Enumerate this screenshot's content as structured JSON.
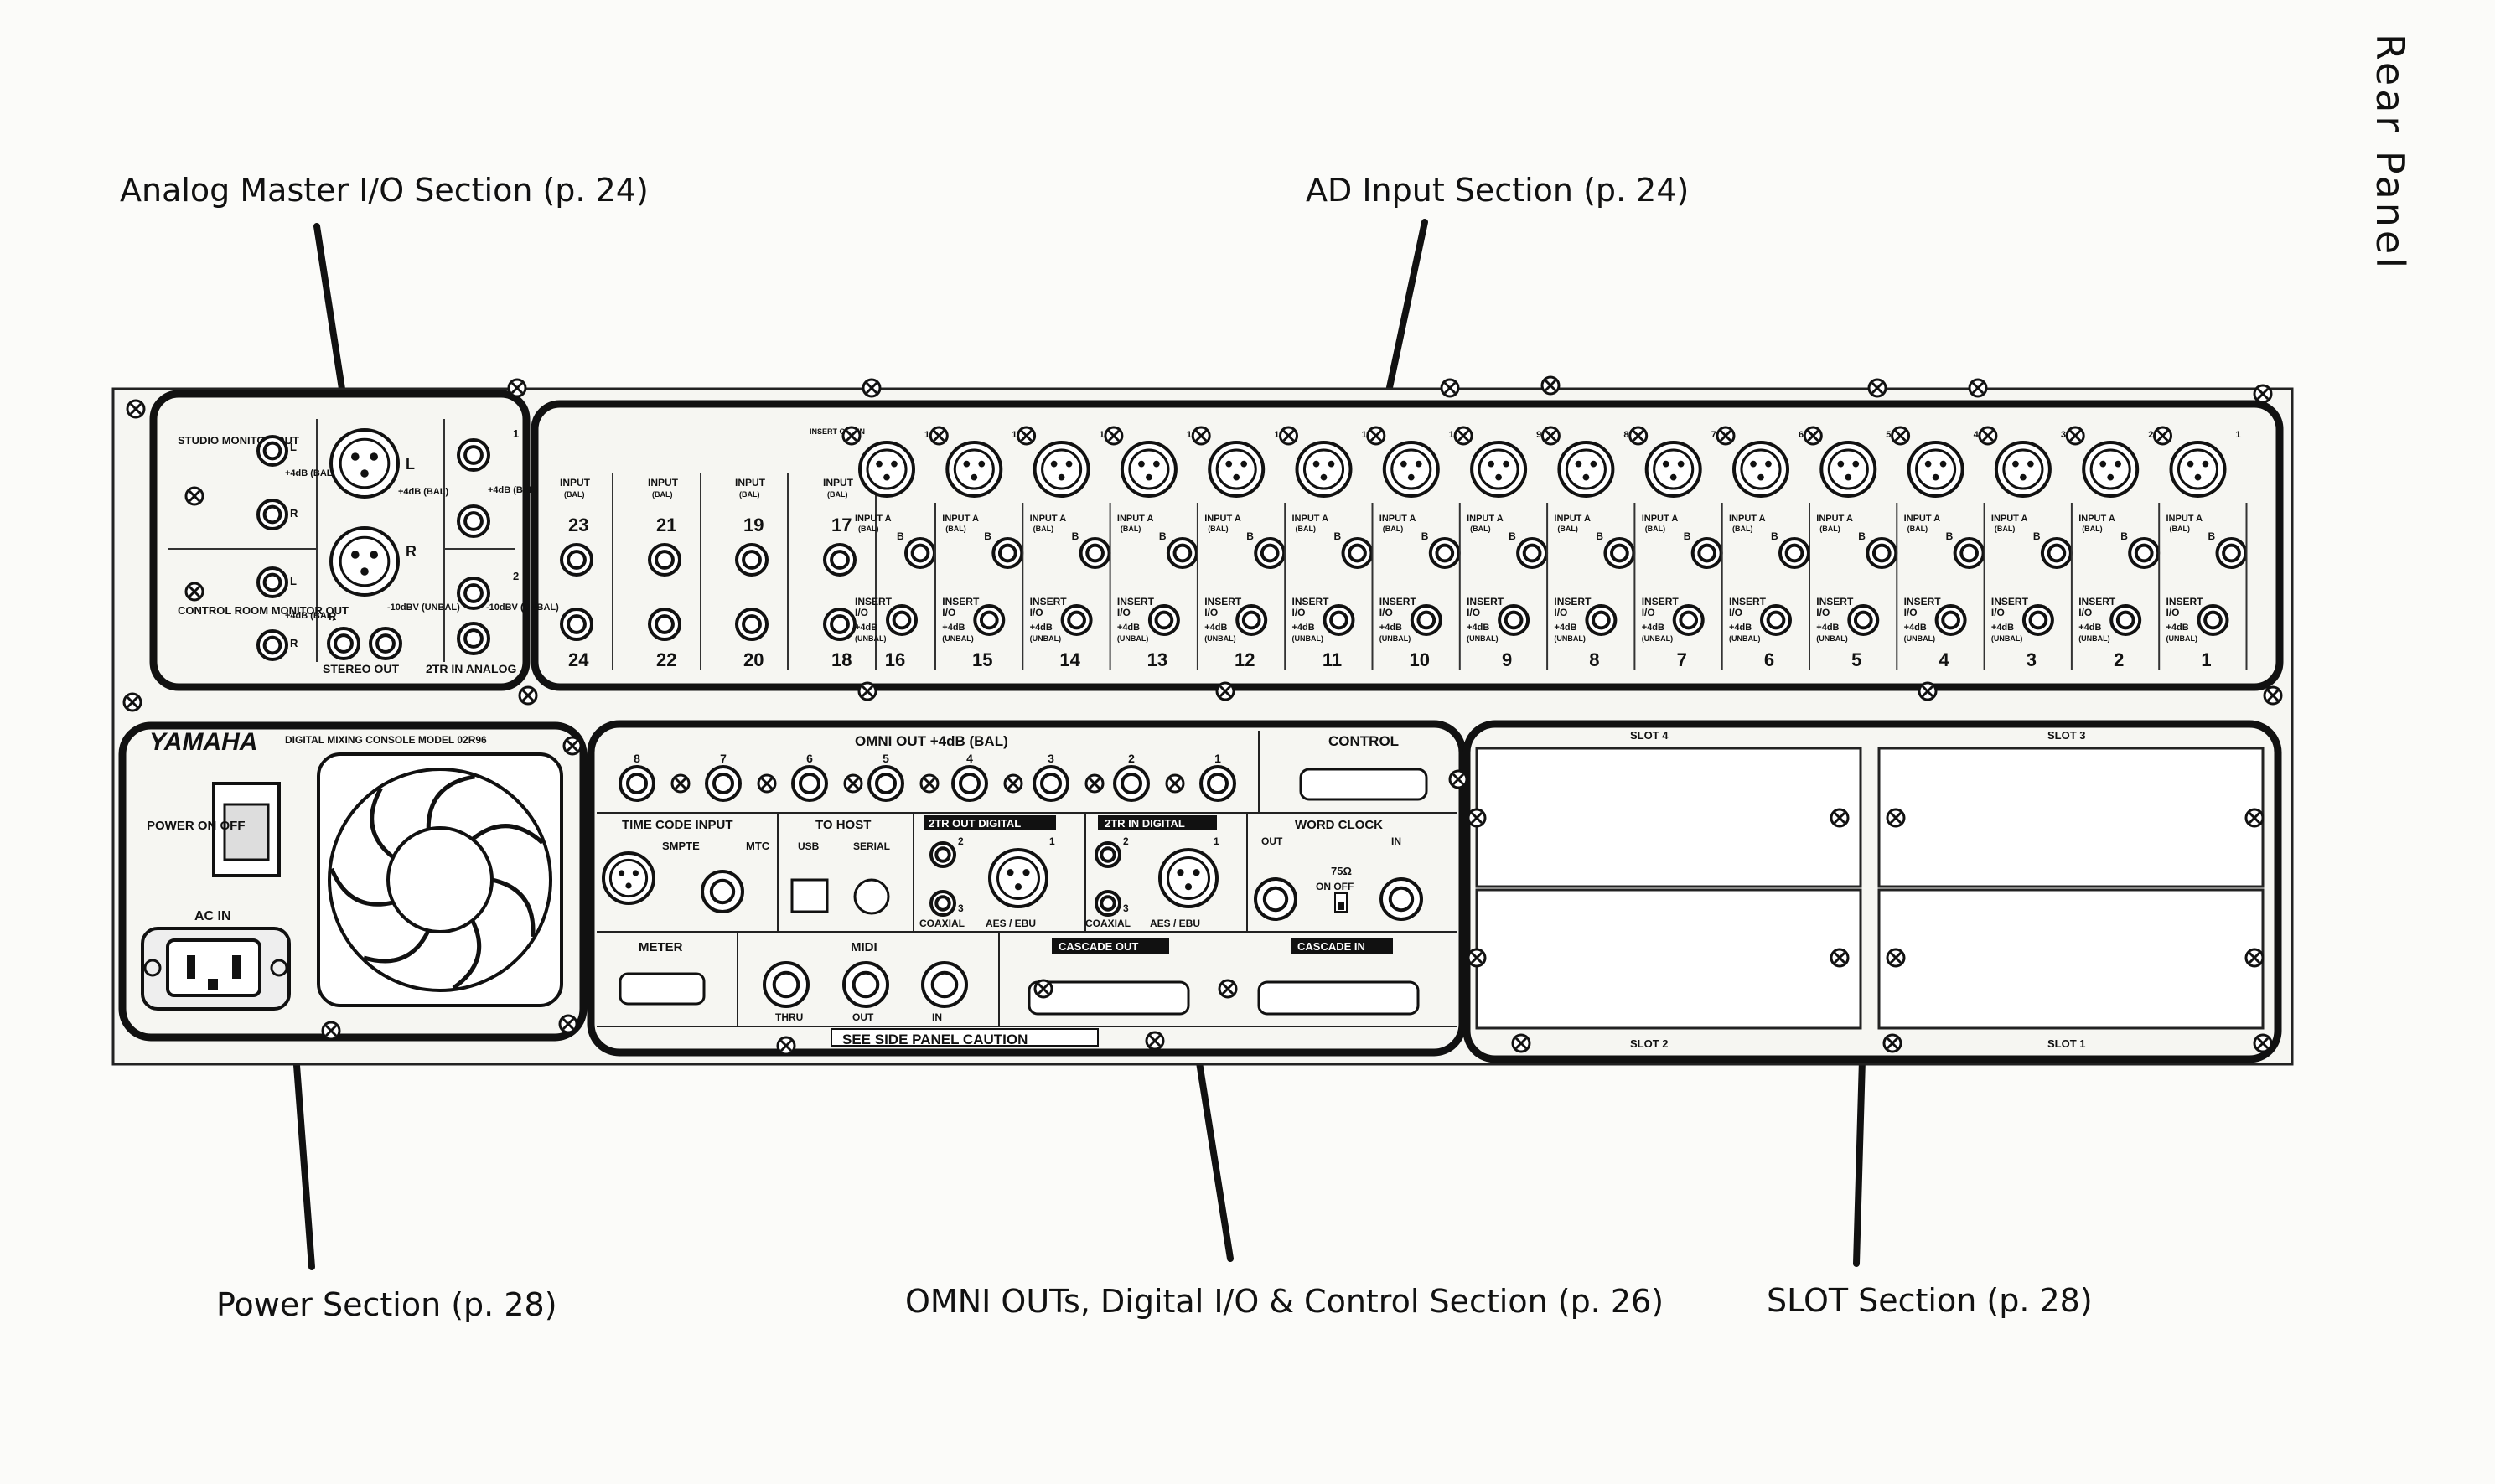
{
  "side_title": "Rear Panel",
  "callouts": {
    "analog_master": "Analog Master I/O Section (p. 24)",
    "ad_input": "AD Input Section (p. 24)",
    "power": "Power Section (p. 28)",
    "omni": "OMNI OUTs, Digital I/O & Control Section (p. 26)",
    "slot": "SLOT Section (p. 28)"
  },
  "panel": {
    "analog_master": {
      "studio_monitor_out": "STUDIO MONITOR OUT",
      "control_room_monitor_out": "CONTROL ROOM MONITOR OUT",
      "plus4db_bal": "+4dB (BAL)",
      "minus10dbv_unbal": "-10dBV (UNBAL)",
      "stereo_out": "STEREO OUT",
      "two_tr_in_analog": "2TR IN ANALOG",
      "left": "L",
      "right": "R",
      "one": "1",
      "two": "2"
    },
    "ad_input": {
      "input_bal": "INPUT (BAL)",
      "input_a_bal": "INPUT A (BAL)",
      "b": "B",
      "insert_io": "INSERT I/O",
      "plus4db_unbal": "+4dB (UNBAL)",
      "insert_out_in": "INSERT OUT IN",
      "upper_pairs": [
        "23",
        "21",
        "19",
        "17"
      ],
      "lower_pairs": [
        "24",
        "22",
        "20",
        "18"
      ],
      "channels": [
        "16",
        "15",
        "14",
        "13",
        "12",
        "11",
        "10",
        "9",
        "8",
        "7",
        "6",
        "5",
        "4",
        "3",
        "2",
        "1"
      ]
    },
    "power": {
      "brand": "YAMAHA",
      "model": "DIGITAL MIXING CONSOLE MODEL 02R96",
      "power_switch": "POWER ON OFF",
      "ac_in": "AC IN"
    },
    "omni": {
      "omni_out": "OMNI OUT +4dB (BAL)",
      "omni_numbers": [
        "8",
        "7",
        "6",
        "5",
        "4",
        "3",
        "2",
        "1"
      ],
      "control": "CONTROL",
      "time_code_input": "TIME CODE INPUT",
      "smpte": "SMPTE",
      "mtc": "MTC",
      "to_host": "TO HOST",
      "usb": "USB",
      "serial": "SERIAL",
      "two_tr_out_digital": "2TR OUT DIGITAL",
      "two_tr_in_digital": "2TR IN DIGITAL",
      "coaxial": "COAXIAL",
      "aes_ebu": "AES / EBU",
      "word_clock": "WORD CLOCK",
      "out": "OUT",
      "in": "IN",
      "seventy_five_ohm": "75Ω",
      "on_off": "ON  OFF",
      "meter": "METER",
      "midi": "MIDI",
      "thru": "THRU",
      "midi_out": "OUT",
      "midi_in": "IN",
      "cascade_out": "CASCADE OUT",
      "cascade_in": "CASCADE IN",
      "caution": "SEE SIDE PANEL CAUTION",
      "num1": "1",
      "num2": "2",
      "num3": "3"
    },
    "slots": {
      "slot4": "SLOT 4",
      "slot3": "SLOT 3",
      "slot2": "SLOT 2",
      "slot1": "SLOT 1"
    }
  }
}
